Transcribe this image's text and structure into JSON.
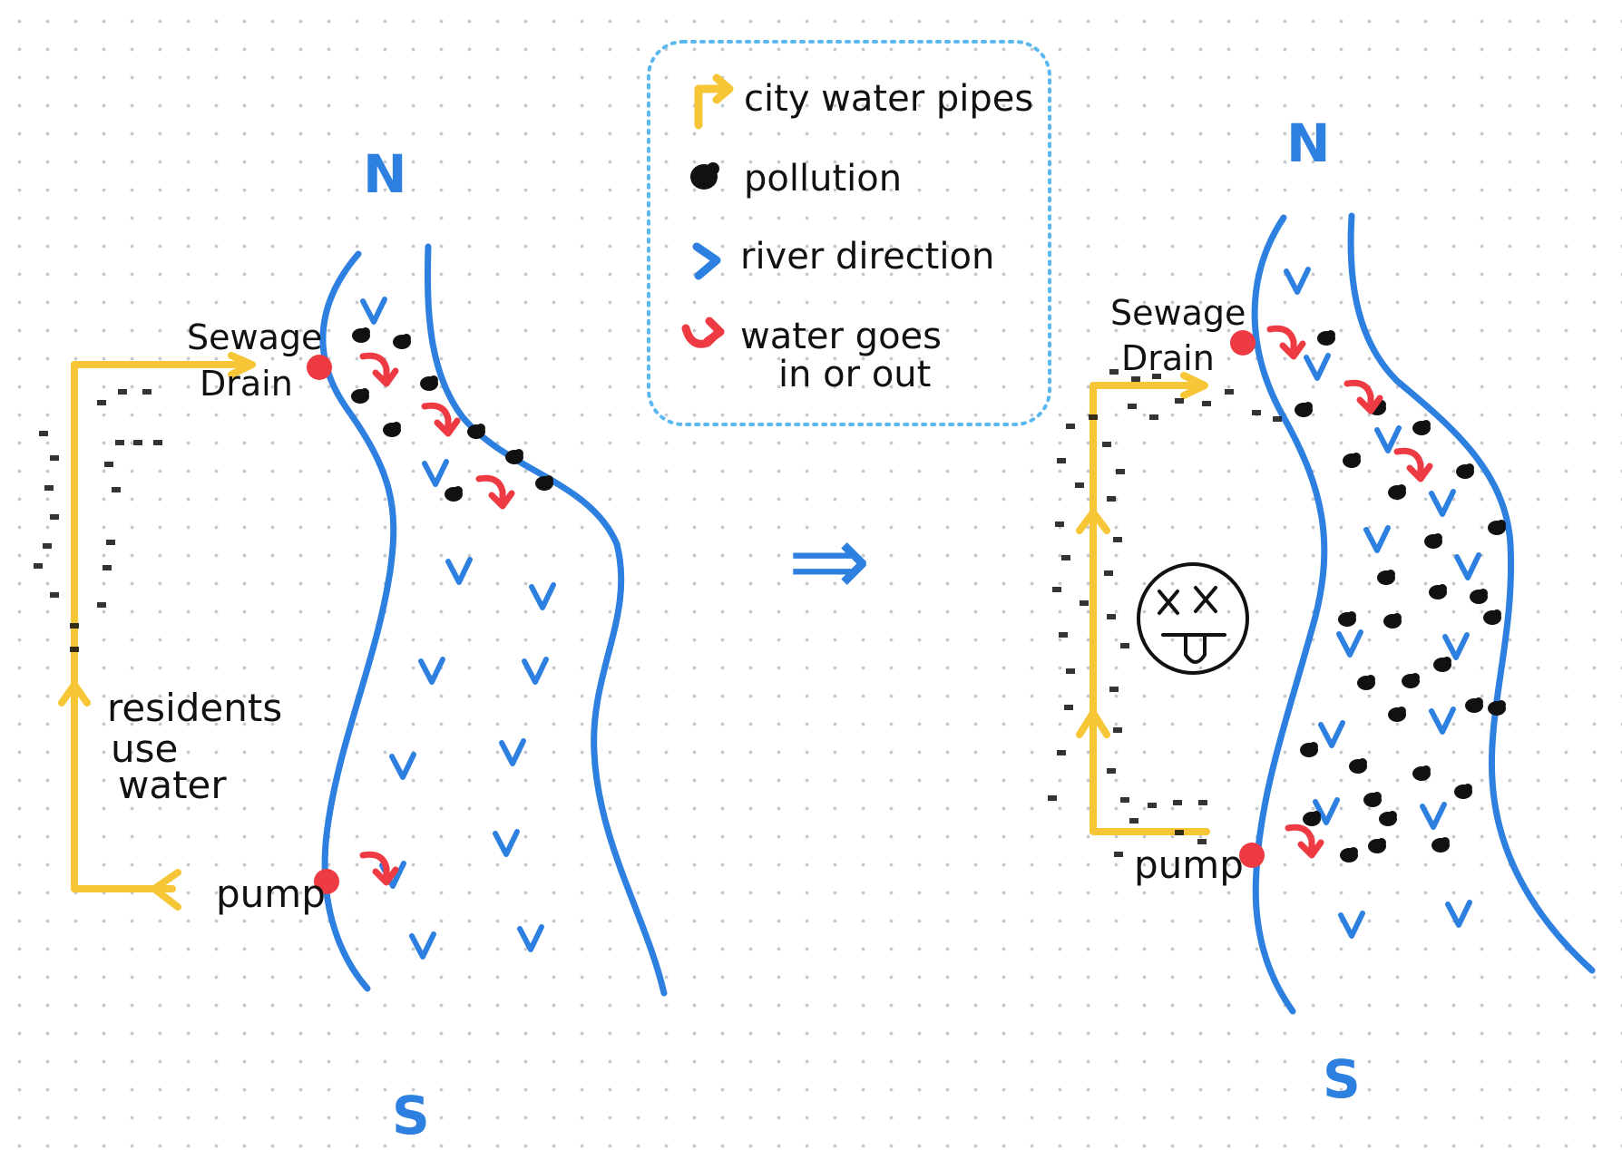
{
  "legend": {
    "items": [
      {
        "icon": "yellow-pipe-arrow-icon",
        "color": "#f6c636",
        "label": "city water pipes"
      },
      {
        "icon": "pollution-blob-icon",
        "color": "#111111",
        "label": "pollution"
      },
      {
        "icon": "blue-chevron-icon",
        "color": "#2d7fe0",
        "label": "river direction"
      },
      {
        "icon": "red-arrow-icon",
        "color": "#ee3a43",
        "label_line1": "water goes",
        "label_line2": "in or out"
      }
    ]
  },
  "left_scene": {
    "north_label": "N",
    "south_label": "S",
    "sewage_label_line1": "Sewage",
    "sewage_label_line2": "Drain",
    "pump_label": "pump",
    "residents_line1": "residents",
    "residents_line2": "use",
    "residents_line3": "water"
  },
  "right_scene": {
    "north_label": "N",
    "south_label": "S",
    "sewage_label_line1": "Sewage",
    "sewage_label_line2": "Drain",
    "pump_label": "pump",
    "face_icon": "dead-face-icon"
  },
  "transition_arrow": "⇒",
  "colors": {
    "river_blue": "#2d7fe0",
    "pipe_yellow": "#f6c636",
    "marker_red": "#ee3a43",
    "ink_black": "#111111",
    "legend_border": "#5bb8ee"
  }
}
